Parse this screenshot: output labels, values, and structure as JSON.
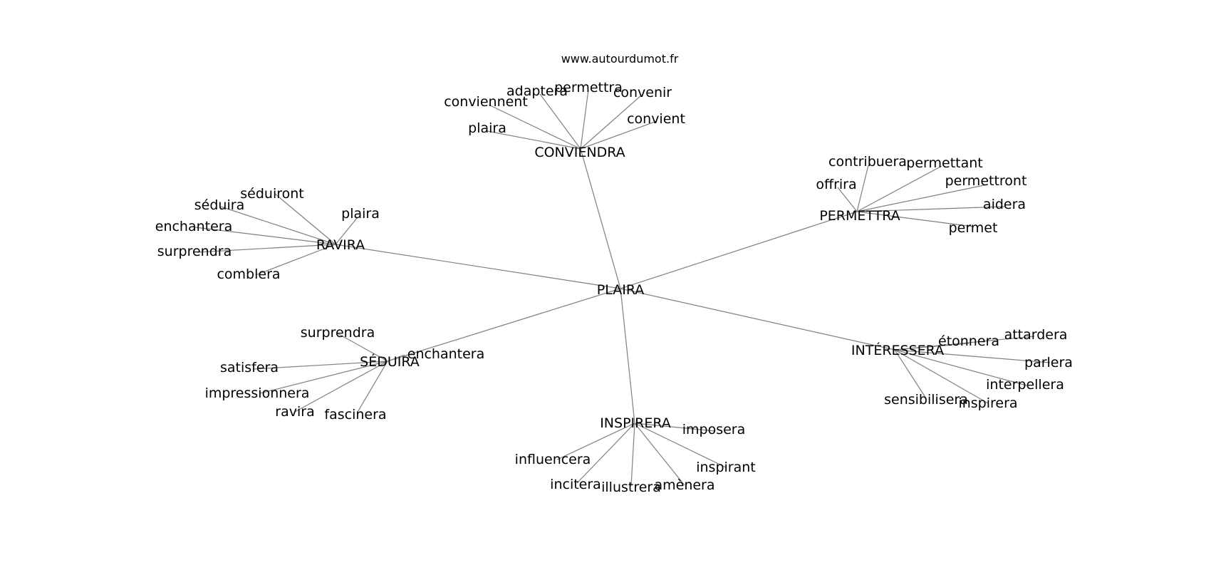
{
  "watermark": "www.autourdumot.fr",
  "colors": {
    "edge": "#808080",
    "text": "#000000",
    "background": "#ffffff"
  },
  "graph": {
    "center": "PLAIRA",
    "hubs": [
      {
        "id": "conviendra",
        "label": "CONVIENDRA",
        "leaves": [
          {
            "id": "conviennent",
            "label": "conviennent"
          },
          {
            "id": "adaptera",
            "label": "adaptera"
          },
          {
            "id": "permettra-c",
            "label": "permettra"
          },
          {
            "id": "convenir",
            "label": "convenir"
          },
          {
            "id": "convient",
            "label": "convient"
          },
          {
            "id": "plaira-c",
            "label": "plaira"
          }
        ]
      },
      {
        "id": "permettra",
        "label": "PERMETTRA",
        "leaves": [
          {
            "id": "contribuera",
            "label": "contribuera"
          },
          {
            "id": "permettant",
            "label": "permettant"
          },
          {
            "id": "permettront",
            "label": "permettront"
          },
          {
            "id": "offrira",
            "label": "offrira"
          },
          {
            "id": "aidera",
            "label": "aidera"
          },
          {
            "id": "permet",
            "label": "permet"
          }
        ]
      },
      {
        "id": "ravira",
        "label": "RAVIRA",
        "leaves": [
          {
            "id": "seduiront",
            "label": "séduiront"
          },
          {
            "id": "seduira-r",
            "label": "séduira"
          },
          {
            "id": "plaira-r",
            "label": "plaira"
          },
          {
            "id": "enchantera-r",
            "label": "enchantera"
          },
          {
            "id": "surprendra-r",
            "label": "surprendra"
          },
          {
            "id": "comblera",
            "label": "comblera"
          }
        ]
      },
      {
        "id": "seduira",
        "label": "SÉDUIRA",
        "leaves": [
          {
            "id": "surprendra-s",
            "label": "surprendra"
          },
          {
            "id": "enchantera-s",
            "label": "enchantera"
          },
          {
            "id": "satisfera",
            "label": "satisfera"
          },
          {
            "id": "impressionnera",
            "label": "impressionnera"
          },
          {
            "id": "ravira-s",
            "label": "ravira"
          },
          {
            "id": "fascinera",
            "label": "fascinera"
          }
        ]
      },
      {
        "id": "interessera",
        "label": "INTÉRESSERA",
        "leaves": [
          {
            "id": "etonnera",
            "label": "étonnera"
          },
          {
            "id": "attardera",
            "label": "attardera"
          },
          {
            "id": "parlera",
            "label": "parlera"
          },
          {
            "id": "interpellera",
            "label": "interpellera"
          },
          {
            "id": "inspirera-i",
            "label": "inspirera"
          },
          {
            "id": "sensibilisera",
            "label": "sensibilisera"
          }
        ]
      },
      {
        "id": "inspirera",
        "label": "INSPIRERA",
        "leaves": [
          {
            "id": "imposera",
            "label": "imposera"
          },
          {
            "id": "influencera",
            "label": "influencera"
          },
          {
            "id": "inspirant",
            "label": "inspirant"
          },
          {
            "id": "incitera",
            "label": "incitera"
          },
          {
            "id": "illustrera",
            "label": "illustrera"
          },
          {
            "id": "amenera",
            "label": "amènera"
          }
        ]
      }
    ]
  }
}
